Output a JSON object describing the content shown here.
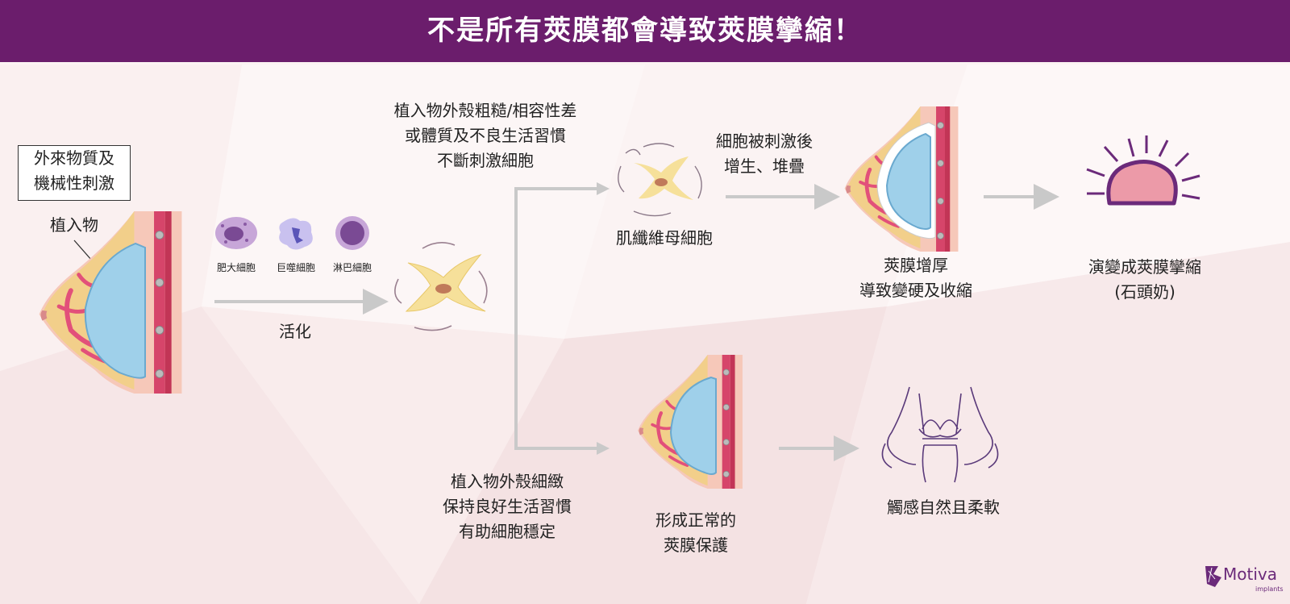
{
  "title": "不是所有莢膜都會導致莢膜攣縮！",
  "stimulus_box": "外來物質及\n機械性刺激",
  "implant_label": "植入物",
  "cells": [
    "肥大細胞",
    "巨噬細胞",
    "淋巴細胞"
  ],
  "activate_label": "活化",
  "top_cause": "植入物外殼粗糙/相容性差\n或體質及不良生活習慣\n不斷刺激細胞",
  "myofibroblast_label": "肌纖維母細胞",
  "proliferation_label": "細胞被刺激後\n增生、堆疊",
  "thickening_label": "莢膜增厚\n導致變硬及收縮",
  "contracture_label": "演變成莢膜攣縮\n(石頭奶)",
  "bottom_cause": "植入物外殼細緻\n保持良好生活習慣\n有助細胞穩定",
  "normal_capsule_label": "形成正常的\n莢膜保護",
  "natural_feel_label": "觸感自然且柔軟",
  "logo": {
    "brand": "Motiva",
    "sub": "implants"
  },
  "colors": {
    "banner": "#6b1d6c",
    "accent": "#6b2a7a",
    "arrow": "#c9c9c9"
  }
}
